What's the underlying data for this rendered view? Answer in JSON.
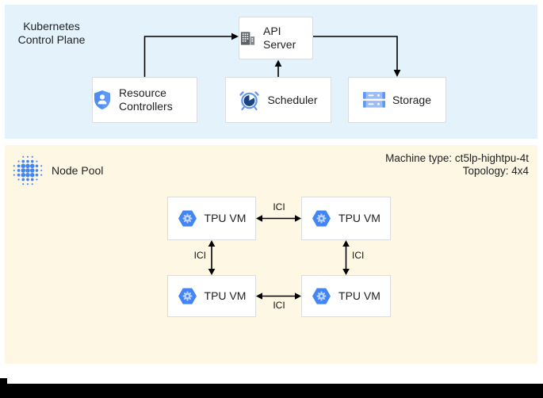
{
  "control_plane": {
    "title_line1": "Kubernetes",
    "title_line2": "Control Plane",
    "boxes": {
      "api_server": "API Server",
      "resource_controllers": "Resource Controllers",
      "scheduler": "Scheduler",
      "storage": "Storage"
    }
  },
  "node_pool": {
    "label": "Node Pool",
    "machine_type": "Machine type: ct5lp-hightpu-4t",
    "topology": "Topology: 4x4",
    "vms": [
      "TPU VM",
      "TPU VM",
      "TPU VM",
      "TPU VM"
    ],
    "links": [
      "ICI",
      "ICI",
      "ICI",
      "ICI"
    ]
  },
  "colors": {
    "control_plane_bg": "#e4f2fc",
    "node_pool_bg": "#fdf7e3",
    "accent_blue": "#4285f4",
    "light_blue": "#9dbdf9",
    "dark_navy": "#1b4480",
    "icon_gray": "#5f6368",
    "arrow": "#000000"
  },
  "icons": {
    "api_server": "building-icon",
    "resource_controllers": "shield-user-icon",
    "scheduler": "alarm-clock-icon",
    "storage": "storage-server-icon",
    "tpu_vm": "tpu-hexagon-icon",
    "node_pool": "node-pool-dots-icon"
  }
}
